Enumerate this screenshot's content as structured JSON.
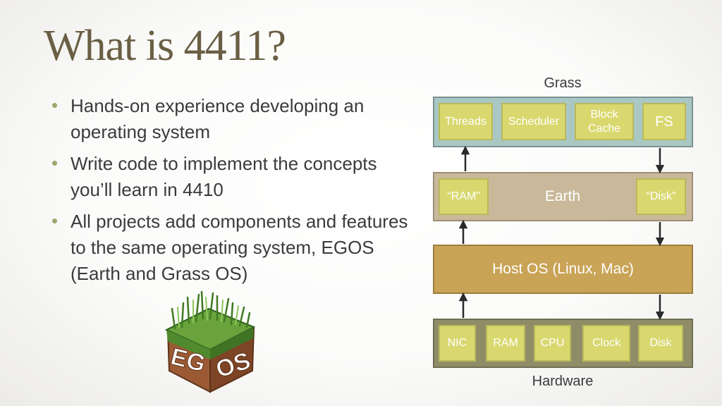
{
  "slide": {
    "title": "What is 4411?",
    "bullets": [
      "Hands-on experience developing an operating system",
      "Write code to implement the concepts you’ll learn in 4410",
      "All projects add components and features to the same operating system, EGOS (Earth and Grass OS)"
    ],
    "logo_text": [
      "EG",
      "OS"
    ]
  },
  "diagram": {
    "grass_label": "Grass",
    "grass_components": [
      "Threads",
      "Scheduler",
      "Block Cache",
      "FS"
    ],
    "earth": {
      "label": "Earth",
      "left": "“RAM”",
      "right": "“Disk”"
    },
    "host_label": "Host OS (Linux, Mac)",
    "hardware_components": [
      "NIC",
      "RAM",
      "CPU",
      "Clock",
      "Disk"
    ],
    "hardware_label": "Hardware"
  },
  "colors": {
    "title": "#6a5f44",
    "bullet_dot": "#9aa86a",
    "grass_layer": "#a9c8c4",
    "earth_layer": "#c9b99a",
    "host_layer": "#c9a356",
    "hardware_layer": "#8f8d68",
    "component": "#d9d86f"
  }
}
